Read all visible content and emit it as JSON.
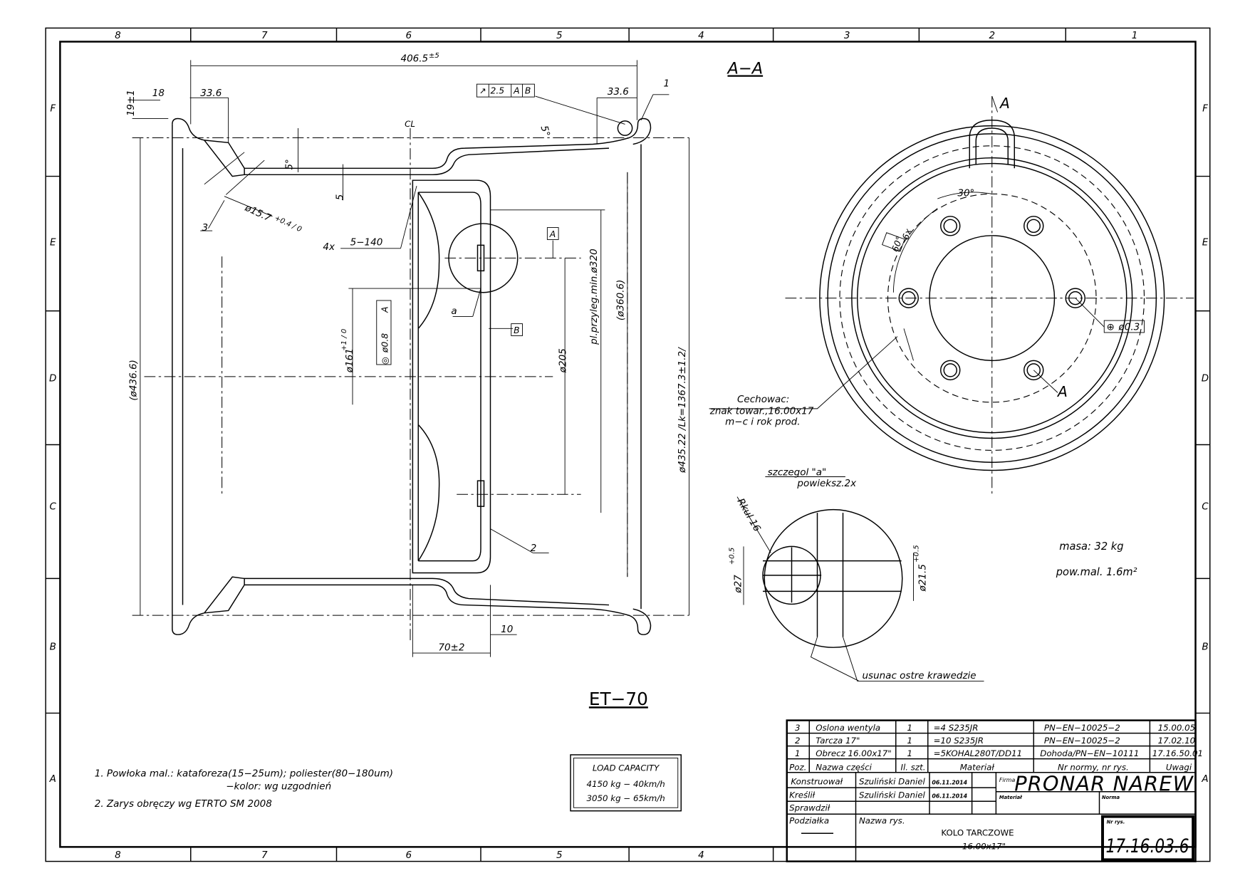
{
  "frame": {
    "columns": [
      "8",
      "7",
      "6",
      "5",
      "4",
      "3",
      "2",
      "1"
    ],
    "rows": [
      "F",
      "E",
      "D",
      "C",
      "B",
      "A"
    ],
    "bottom_columns": [
      "8",
      "7",
      "6",
      "5",
      "4"
    ]
  },
  "side_view": {
    "dims": {
      "overall_width": "406.5",
      "overall_width_tol": "±5",
      "flange_left": "33.6",
      "flange_right": "33.6",
      "left_18": "18",
      "height_19": "19±1",
      "angle_left": "5°",
      "angle_right": "5°",
      "five": "5",
      "hole_dia": "ø15.7",
      "hole_tol": "+0.4 / 0",
      "weld": "4x",
      "weld_size": "5−140",
      "pcd": "ø161",
      "pcd_tol": "+1 / 0",
      "centre_bore": "ø205",
      "pcd_320": "pl.przyleg.min.ø320",
      "d360": "(ø360.6)",
      "d436": "(ø436.6)",
      "d435": "ø435.22 /Lk=1367.3±1.2/",
      "offset": "70±2",
      "ten": "10",
      "runout": "2.5",
      "runout_ref_a": "A",
      "runout_ref_b": "B",
      "position_tol": "ø0.8",
      "position_ref": "A",
      "datum_a": "A",
      "datum_b": "B",
      "cl": "CL"
    },
    "callouts": {
      "one": "1",
      "two": "2",
      "three": "3",
      "detail": "a"
    },
    "et_label": "ET−70"
  },
  "section_view": {
    "title": "A−A",
    "cut_a_top": "A",
    "cut_a_bottom": "A",
    "angle": "30°",
    "angle60": "60°",
    "count": "6x",
    "position": "ø0.3",
    "marking_title": "Cechowac:",
    "marking_line1": "znak towar.,16.00x17",
    "marking_line2": "m−c i rok prod."
  },
  "detail": {
    "title": "szczegol \"a\"",
    "scale": "powieksz.2x",
    "radius": "Rkul 16",
    "d27": "ø27",
    "d27_tol": "+0.5",
    "d21": "ø21.5",
    "d21_tol": "+0.5",
    "note": "usunac ostre krawedzie"
  },
  "mass": {
    "mass": "masa:  32 kg",
    "area": "pow.mal.  1.6m²"
  },
  "notes": [
    "1. Powłoka mal.:  kataforeza(15−25um);  poliester(80−180um)",
    "−kolor:  wg  uzgodnień",
    "2. Zarys obręczy wg ETRTO SM 2008"
  ],
  "load_capacity": {
    "title": "LOAD CAPACITY",
    "line1": "4150 kg  −  40km/h",
    "line2": "3050 kg  −  65km/h"
  },
  "parts_list": {
    "rows": [
      {
        "poz": "3",
        "name": "Oslona  wentyla",
        "qty": "1",
        "material": "=4  S235JR",
        "norm": "PN−EN−10025−2",
        "note": "15.00.05"
      },
      {
        "poz": "2",
        "name": "Tarcza  17\"",
        "qty": "1",
        "material": "=10  S235JR",
        "norm": "PN−EN−10025−2",
        "note": "17.02.10"
      },
      {
        "poz": "1",
        "name": "Obrecz  16.00x17\"",
        "qty": "1",
        "material": "=5KOHAL280T/DD11",
        "norm": "Dohoda/PN−EN−10111",
        "note": "17.16.50.01"
      }
    ],
    "header": {
      "poz": "Poz.",
      "name": "Nazwa  części",
      "qty": "Il.  szt.",
      "material": "Materiał",
      "norm": "Nr  normy,  nr  rys.",
      "note": "Uwagi"
    }
  },
  "title_block": {
    "designed_label": "Konstruował",
    "designed_by": "Szuliński  Daniel",
    "designed_date": "06.11.2014",
    "drawn_label": "Kreślił",
    "drawn_by": "Szuliński  Daniel",
    "drawn_date": "06.11.2014",
    "checked_label": "Sprawdził",
    "scale_label": "Podziałka",
    "name_label": "Nazwa  rys.",
    "drawing_name": "KOLO  TARCZOWE",
    "drawing_size": "16.00x17\"",
    "firm_label": "Firma",
    "firm": "PRONAR  NAREW",
    "material_label": "Materiał",
    "norm_label": "Norma",
    "number_label": "Nr rys.",
    "number": "17.16.03.6"
  }
}
